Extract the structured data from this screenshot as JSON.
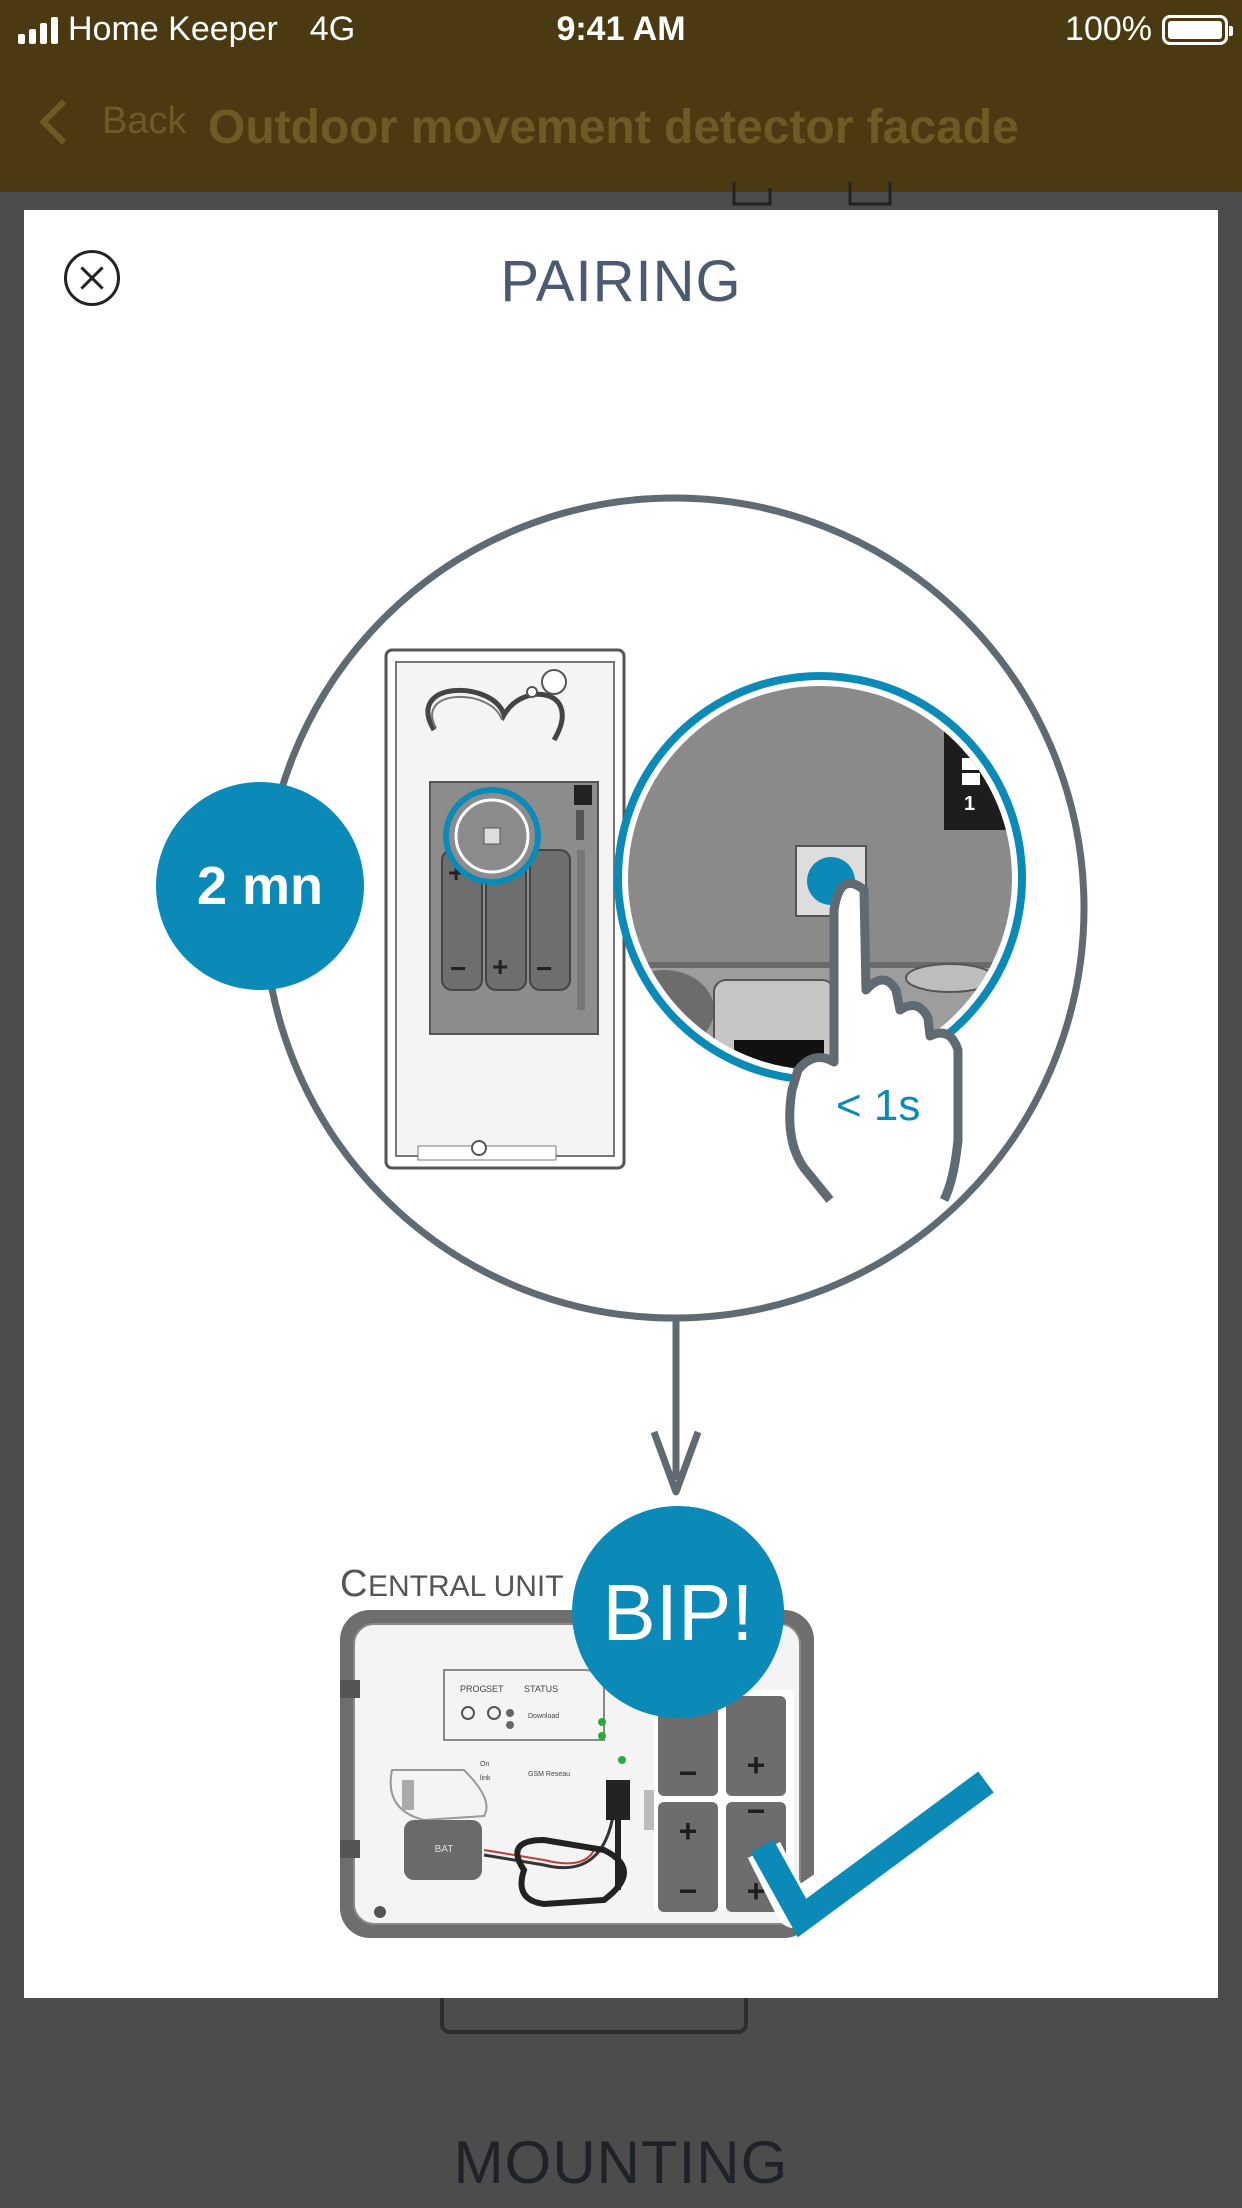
{
  "status_bar": {
    "carrier": "Home Keeper",
    "network": "4G",
    "time": "9:41 AM",
    "battery": "100%"
  },
  "nav": {
    "back_label": "Back",
    "title": "Outdoor movement detector facade"
  },
  "modal": {
    "title": "PAIRING",
    "close_icon": "close-icon",
    "step_badge": "2 mn",
    "press_duration": "< 1s",
    "central_unit_label_first": "C",
    "central_unit_label_rest": "ENTRAL UNIT",
    "beep_badge": "BIP!",
    "central_labels": {
      "prog": "PROG",
      "set": "SET",
      "status": "STATUS",
      "download": "Download",
      "on": "On",
      "link": "link",
      "gsm": "GSM Reseau",
      "bat": "BAT",
      "minus": "−",
      "plus": "+",
      "dip_one": "1"
    }
  },
  "background_page": {
    "section_title": "MOUNTING"
  },
  "colors": {
    "accent_blue": "#0b8ab8",
    "header_brown": "#4b3a11",
    "overlay": "#4c4c4c"
  }
}
